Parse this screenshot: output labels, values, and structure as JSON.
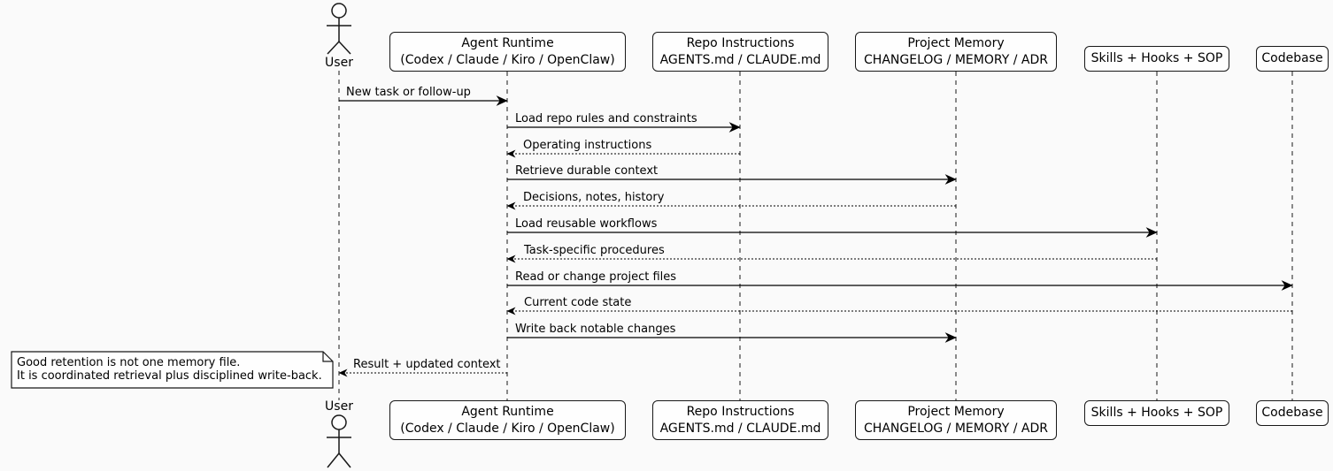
{
  "theme": {
    "background": "#FAFAFA",
    "stroke": "#181818",
    "fill": "#FEFEFE",
    "text_color": "#000000"
  },
  "actor": {
    "label": "User"
  },
  "participants": [
    {
      "id": "agent",
      "line1": "Agent Runtime",
      "line2": "(Codex / Claude / Kiro / OpenClaw)"
    },
    {
      "id": "repo",
      "line1": "Repo Instructions",
      "line2": "AGENTS.md / CLAUDE.md"
    },
    {
      "id": "memory",
      "line1": "Project Memory",
      "line2": "CHANGELOG / MEMORY / ADR"
    },
    {
      "id": "skills",
      "line1": "Skills + Hooks + SOP"
    },
    {
      "id": "codebase",
      "line1": "Codebase"
    }
  ],
  "messages": [
    {
      "label": "New task or follow-up",
      "from": "User",
      "to": "Agent Runtime",
      "style": "solid"
    },
    {
      "label": "Load repo rules and constraints",
      "from": "Agent Runtime",
      "to": "Repo Instructions",
      "style": "solid"
    },
    {
      "label": "Operating instructions",
      "from": "Repo Instructions",
      "to": "Agent Runtime",
      "style": "dashed"
    },
    {
      "label": "Retrieve durable context",
      "from": "Agent Runtime",
      "to": "Project Memory",
      "style": "solid"
    },
    {
      "label": "Decisions, notes, history",
      "from": "Project Memory",
      "to": "Agent Runtime",
      "style": "dashed"
    },
    {
      "label": "Load reusable workflows",
      "from": "Agent Runtime",
      "to": "Skills + Hooks + SOP",
      "style": "solid"
    },
    {
      "label": "Task-specific procedures",
      "from": "Skills + Hooks + SOP",
      "to": "Agent Runtime",
      "style": "dashed"
    },
    {
      "label": "Read or change project files",
      "from": "Agent Runtime",
      "to": "Codebase",
      "style": "solid"
    },
    {
      "label": "Current code state",
      "from": "Codebase",
      "to": "Agent Runtime",
      "style": "dashed"
    },
    {
      "label": "Write back notable changes",
      "from": "Agent Runtime",
      "to": "Project Memory",
      "style": "solid"
    },
    {
      "label": "Result + updated context",
      "from": "Agent Runtime",
      "to": "User",
      "style": "dashed"
    }
  ],
  "note": {
    "lines": [
      "Good retention is not one memory file.",
      "It is coordinated retrieval plus disciplined write-back."
    ]
  }
}
